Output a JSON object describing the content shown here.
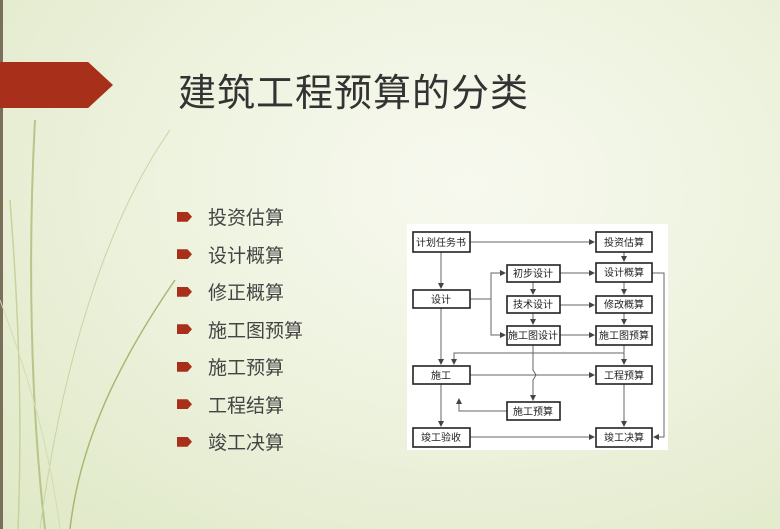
{
  "slide": {
    "title": "建筑工程预算的分类",
    "bullets": [
      "投资估算",
      "设计概算",
      "修正概算",
      "施工图预算",
      "施工预算",
      "工程结算",
      "竣工决算"
    ]
  },
  "diagram": {
    "plan": "计划任务书",
    "design": "设计",
    "construction": "施工",
    "acceptance": "竣工验收",
    "prelim_design": "初步设计",
    "tech_design": "技术设计",
    "drawing_design": "施工图设计",
    "construction_budget": "施工预算",
    "investment_estimate": "投资估算",
    "design_estimate": "设计概算",
    "revised_estimate": "修改概算",
    "drawing_budget": "施工图预算",
    "project_budget": "工程预算",
    "final_accounts": "竣工决算"
  },
  "colors": {
    "accent": "#a8301a",
    "edge": "#7a6f5a"
  }
}
